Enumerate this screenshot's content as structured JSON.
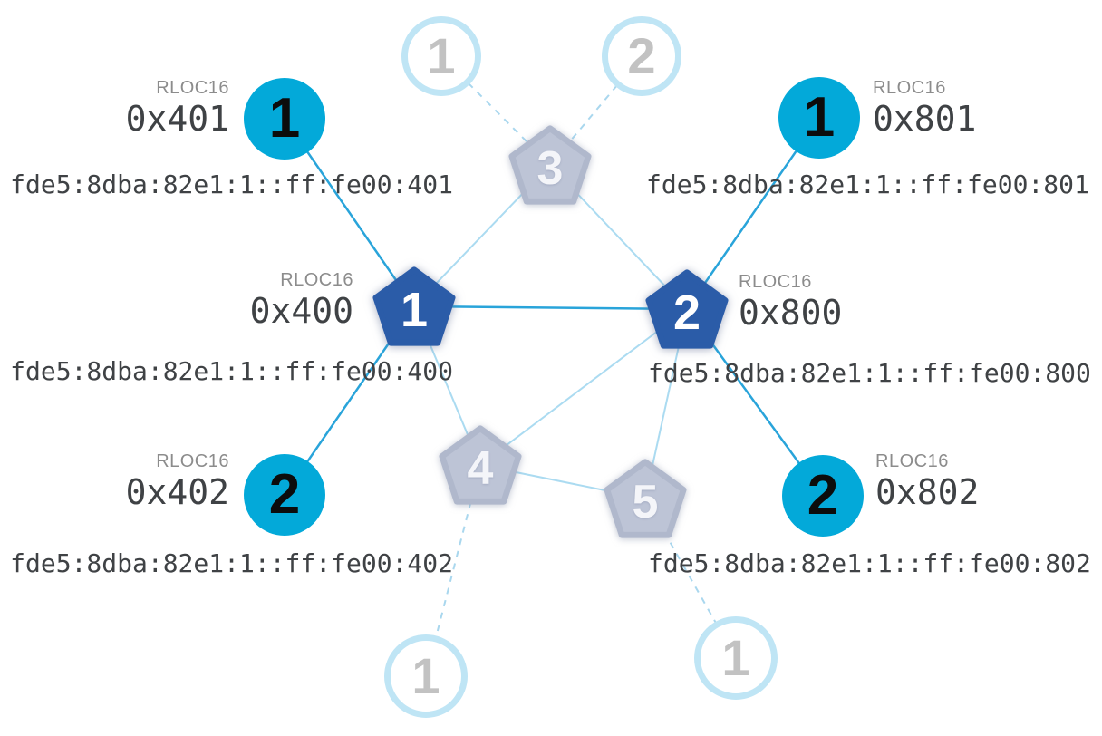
{
  "diagram": {
    "type": "thread-network-topology",
    "description": "Mesh network topology with routers (pentagons) and children (circles)"
  },
  "labels": {
    "rloc16_caption": "RLOC16"
  },
  "colors": {
    "router_active": "#2B5CA8",
    "router_inactive": "#BDC4D6",
    "router_inactive_border": "#B0B8CC",
    "child_active": "#03A9D9",
    "child_inactive_ring": "#BFE5F5",
    "link_active": "#29A4DA",
    "link_router": "#ABDBF1",
    "link_stale": "#A9D7EE",
    "text_dark": "#3F4245",
    "text_caption": "#8C8C8C",
    "text_inactive": "#C2C2C2"
  },
  "nodes": {
    "r1": {
      "label": "1",
      "role": "router",
      "state": "active",
      "rloc16": "0x400",
      "ipv6": "fde5:8dba:82e1:1::ff:fe00:400"
    },
    "r2": {
      "label": "2",
      "role": "router",
      "state": "active",
      "rloc16": "0x800",
      "ipv6": "fde5:8dba:82e1:1::ff:fe00:800"
    },
    "r3": {
      "label": "3",
      "role": "router",
      "state": "inactive"
    },
    "r4": {
      "label": "4",
      "role": "router",
      "state": "inactive"
    },
    "r5": {
      "label": "5",
      "role": "router",
      "state": "inactive"
    },
    "c401": {
      "label": "1",
      "role": "child",
      "state": "active",
      "rloc16": "0x401",
      "ipv6": "fde5:8dba:82e1:1::ff:fe00:401"
    },
    "c402": {
      "label": "2",
      "role": "child",
      "state": "active",
      "rloc16": "0x402",
      "ipv6": "fde5:8dba:82e1:1::ff:fe00:402"
    },
    "c801": {
      "label": "1",
      "role": "child",
      "state": "active",
      "rloc16": "0x801",
      "ipv6": "fde5:8dba:82e1:1::ff:fe00:801"
    },
    "c802": {
      "label": "2",
      "role": "child",
      "state": "active",
      "rloc16": "0x802",
      "ipv6": "fde5:8dba:82e1:1::ff:fe00:802"
    },
    "t1": {
      "label": "1",
      "role": "child",
      "state": "inactive"
    },
    "t2": {
      "label": "2",
      "role": "child",
      "state": "inactive"
    },
    "b1": {
      "label": "1",
      "role": "child",
      "state": "inactive"
    },
    "b2": {
      "label": "1",
      "role": "child",
      "state": "inactive"
    }
  },
  "edges": [
    {
      "from": "c401",
      "to": "r1",
      "type": "child_link"
    },
    {
      "from": "c402",
      "to": "r1",
      "type": "child_link"
    },
    {
      "from": "r1",
      "to": "r2",
      "type": "active_link"
    },
    {
      "from": "c801",
      "to": "r2",
      "type": "child_link"
    },
    {
      "from": "c802",
      "to": "r2",
      "type": "child_link"
    },
    {
      "from": "r3",
      "to": "r1",
      "type": "router_link"
    },
    {
      "from": "r3",
      "to": "r2",
      "type": "router_link"
    },
    {
      "from": "r1",
      "to": "r4",
      "type": "router_link"
    },
    {
      "from": "r2",
      "to": "r4",
      "type": "router_link"
    },
    {
      "from": "r2",
      "to": "r5",
      "type": "router_link"
    },
    {
      "from": "r4",
      "to": "r5",
      "type": "router_link"
    },
    {
      "from": "t1",
      "to": "r3",
      "type": "stale_link"
    },
    {
      "from": "t2",
      "to": "r3",
      "type": "stale_link"
    },
    {
      "from": "r4",
      "to": "b1",
      "type": "stale_link"
    },
    {
      "from": "r5",
      "to": "b2",
      "type": "stale_link"
    }
  ]
}
